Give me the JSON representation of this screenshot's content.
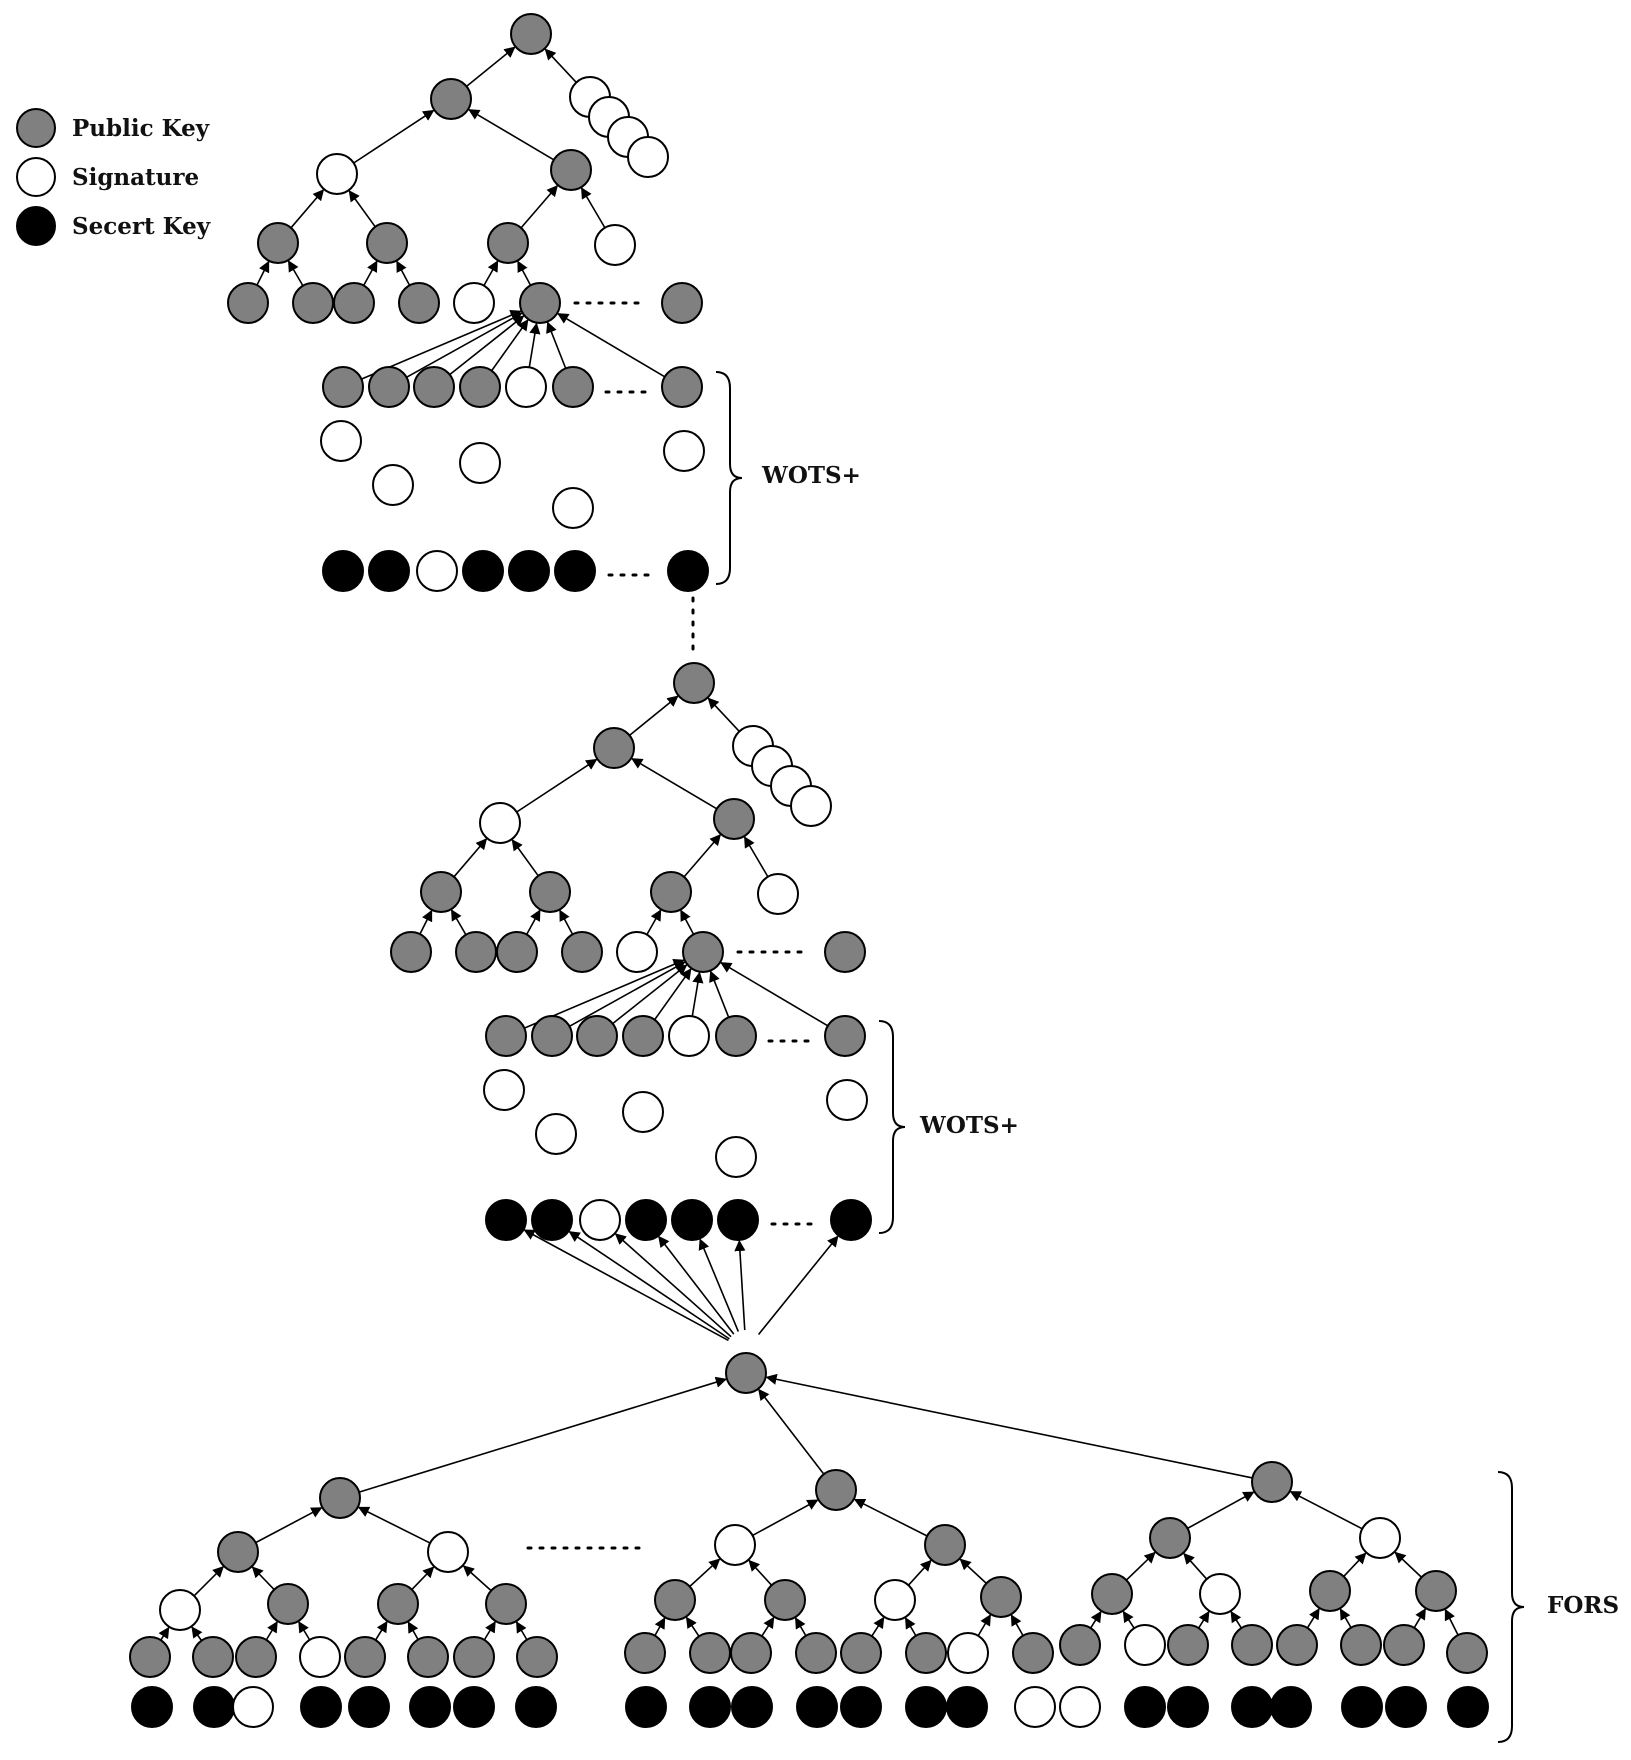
{
  "legend": {
    "items": [
      {
        "key": "public",
        "label": "Public Key",
        "color": "#808080"
      },
      {
        "key": "signature",
        "label": "Signature",
        "color": "#ffffff"
      },
      {
        "key": "secret",
        "label": "Secert Key",
        "color": "#000000"
      }
    ]
  },
  "labels": {
    "wots_top": "WOTS+",
    "wots_bottom": "WOTS+",
    "fors": "FORS"
  },
  "colors": {
    "public_key": "#808080",
    "signature": "#ffffff",
    "secret_key": "#000000",
    "stroke": "#000000"
  }
}
